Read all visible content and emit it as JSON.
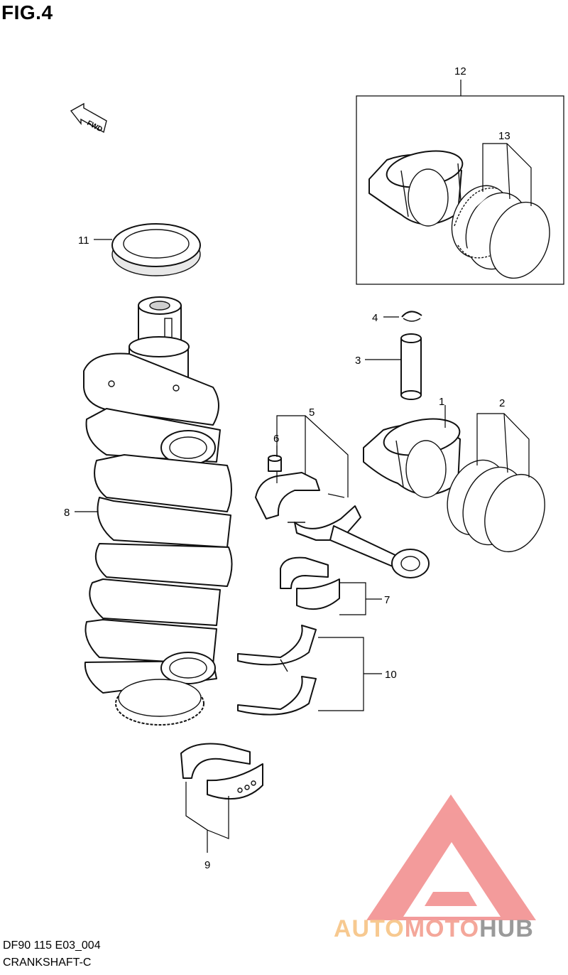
{
  "figure": {
    "title": "FIG.4"
  },
  "arrow_label": "FWD",
  "callouts": [
    {
      "id": "c1",
      "label": "1"
    },
    {
      "id": "c2",
      "label": "2"
    },
    {
      "id": "c3",
      "label": "3"
    },
    {
      "id": "c4",
      "label": "4"
    },
    {
      "id": "c5",
      "label": "5"
    },
    {
      "id": "c6",
      "label": "6"
    },
    {
      "id": "c7",
      "label": "7"
    },
    {
      "id": "c8",
      "label": "8"
    },
    {
      "id": "c9",
      "label": "9"
    },
    {
      "id": "c10",
      "label": "10"
    },
    {
      "id": "c11",
      "label": "11"
    },
    {
      "id": "c12",
      "label": "12"
    },
    {
      "id": "c13",
      "label": "13"
    }
  ],
  "footer": {
    "diagram_code": "DF90 115 E03_004",
    "section_name": "CRANKSHAFT-C"
  },
  "watermark": {
    "brand_part1": "AUTO",
    "brand_part2": "MOTO",
    "brand_part3": "HUB",
    "colors": {
      "orange": "#f7c990",
      "red": "#f4a79a",
      "gray": "#9a9a9a"
    }
  }
}
